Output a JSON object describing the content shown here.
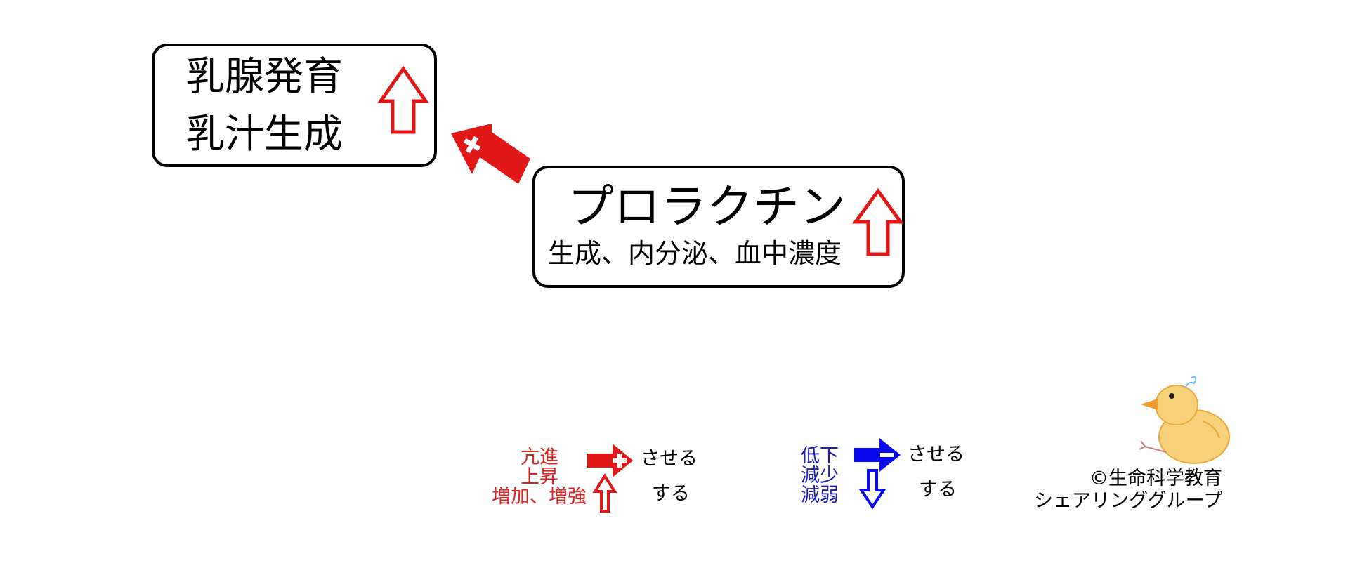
{
  "target_box": {
    "line1": "乳腺発育",
    "line2": "乳汁生成"
  },
  "hormone_box": {
    "name": "プロラクチン",
    "detail": "生成、内分泌、血中濃度"
  },
  "legend": {
    "increase": {
      "words": [
        "亢進",
        "上昇",
        "増加、増強"
      ],
      "promote_label": "させる",
      "self_label": "する"
    },
    "decrease": {
      "words": [
        "低下",
        "減少",
        "減弱"
      ],
      "promote_label": "させる",
      "self_label": "する"
    }
  },
  "credit": {
    "line1": "©生命科学教育",
    "line2": "シェアリンググループ"
  },
  "icons": {
    "promote_arrow": "red-plus-arrow-icon",
    "up_arrow": "red-up-arrow-icon",
    "suppress_arrow": "blue-minus-arrow-icon",
    "down_arrow": "blue-down-arrow-icon",
    "mascot": "chick-mascot-icon"
  },
  "colors": {
    "increase": "#e01818",
    "decrease": "#0a0aee",
    "legend_increase_text": "#dd2222",
    "legend_decrease_text": "#1a1ab8"
  }
}
